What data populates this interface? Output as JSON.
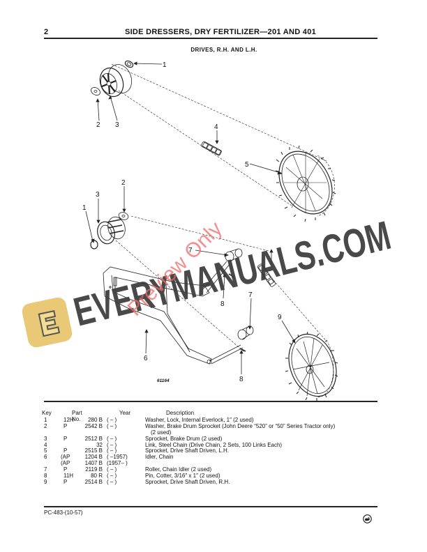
{
  "header": {
    "page_number": "2",
    "title": "SIDE DRESSERS, DRY FERTILIZER—201 AND 401",
    "subtitle": "DRIVES, R.H. AND L.H."
  },
  "diagram": {
    "figure_number": "61164",
    "callouts": {
      "top_1": "1",
      "top_2": "2",
      "top_3": "3",
      "top_4": "4",
      "top_5": "5",
      "mid_1": "1",
      "mid_2": "2",
      "mid_3": "3",
      "mid_7a": "7",
      "mid_8a": "8",
      "mid_7b": "7",
      "mid_8b": "8",
      "mid_6": "6",
      "mid_9": "9"
    }
  },
  "parts_list": {
    "headers": {
      "key": "Key",
      "part_no": "Part No.",
      "year": "Year",
      "description": "Description"
    },
    "rows": [
      {
        "key": "1",
        "prefix": "12H",
        "number": "280 B",
        "year": "(    –    )",
        "description": "Washer, Lock, Internal Everlock, 1″ (2 used)"
      },
      {
        "key": "2",
        "prefix": "P",
        "number": "2542 B",
        "year": "(    –    )",
        "description": "Washer, Brake Drum Sprocket (John Deere “520” or “50” Series Tractor only)"
      },
      {
        "key": "",
        "prefix": "",
        "number": "",
        "year": "",
        "description": "  (2 used)"
      },
      {
        "key": "3",
        "prefix": "P",
        "number": "2512 B",
        "year": "(    –    )",
        "description": "Sprocket, Brake Drum (2 used)"
      },
      {
        "key": "4",
        "prefix": "",
        "number": "32",
        "year": "(    –    )",
        "description": "Link, Steel Chain (Drive Chain, 2 Sets, 100 Links Each)"
      },
      {
        "key": "5",
        "prefix": "P",
        "number": "2515 B",
        "year": "(    –    )",
        "description": "Sprocket, Drive Shaft Driven, L.H."
      },
      {
        "key": "6",
        "prefix": "(AP",
        "number": "1204 B",
        "year": "(      –1957)",
        "description": "Idler, Chain"
      },
      {
        "key": "",
        "prefix": "(AP",
        "number": "1407 B",
        "year": "(1957–      )",
        "description": ""
      },
      {
        "key": "7",
        "prefix": "P",
        "number": "2119 B",
        "year": "(    –    )",
        "description": "Roller, Chain Idler (2 used)"
      },
      {
        "key": "8",
        "prefix": "11H",
        "number": "80 R",
        "year": "(    –    )",
        "description": "Pin, Cotter, 3/16″ x 1″ (2 used)"
      },
      {
        "key": "9",
        "prefix": "P",
        "number": "2514 B",
        "year": "(    –    )",
        "description": "Sprocket, Drive Shaft Driven, R.H."
      }
    ]
  },
  "footer": {
    "code": "PC-483-(10-57)",
    "logo": "john-deere-deer-logo"
  },
  "watermark": {
    "brand_text": "EVERYMANUALS.COM",
    "preview_text": "Preview Only",
    "logo_letter": "E",
    "brand_color": "#3a3a3a",
    "preview_color": "#f06a6a",
    "logo_color": "#e8c46a"
  }
}
